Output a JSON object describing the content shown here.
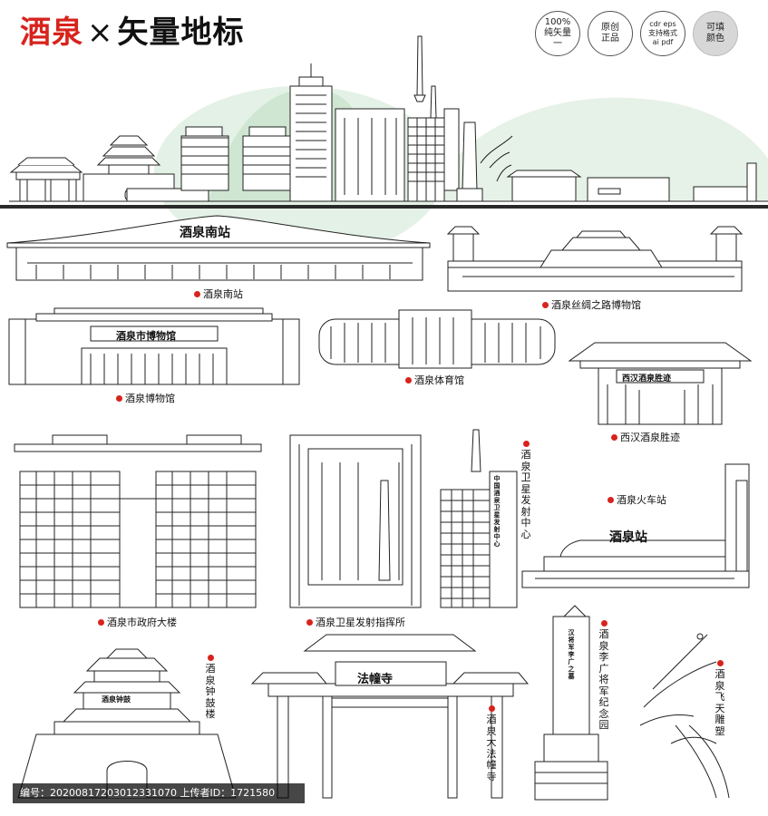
{
  "header": {
    "title_red": "酒泉",
    "title_cross": "×",
    "title_black": "矢量地标"
  },
  "badges": [
    {
      "line1": "100%",
      "line2": "纯矢量",
      "line3": "一"
    },
    {
      "line1": "原创",
      "line2": "正品"
    },
    {
      "line1": "cdr eps",
      "line2": "支持格式",
      "line3": "ai pdf"
    },
    {
      "line1": "可填",
      "line2": "颜色"
    }
  ],
  "signs": {
    "south_station": "酒泉南站",
    "museum": "酒泉市博物馆",
    "train_station": "酒泉站",
    "gate": "法幢寺",
    "drum_tower": "酒泉钟鼓",
    "han_site": "西汉酒泉胜迹",
    "launch_tower": [
      "中",
      "国",
      "酒",
      "泉",
      "卫",
      "星",
      "发",
      "射",
      "中",
      "心"
    ],
    "memorial": [
      "汉",
      "将",
      "军",
      "李",
      "广",
      "之",
      "墓"
    ]
  },
  "landmarks": [
    {
      "id": "south-station",
      "label": "酒泉南站"
    },
    {
      "id": "silk-road-museum",
      "label": "酒泉丝绸之路博物馆"
    },
    {
      "id": "jiuquan-museum",
      "label": "酒泉博物馆"
    },
    {
      "id": "gymnasium",
      "label": "酒泉体育馆"
    },
    {
      "id": "han-site",
      "label": "西汉酒泉胜迹"
    },
    {
      "id": "satellite-center",
      "label": "酒泉卫星发射中心"
    },
    {
      "id": "train-station",
      "label": "酒泉火车站"
    },
    {
      "id": "city-government",
      "label": "酒泉市政府大楼"
    },
    {
      "id": "command-center",
      "label": "酒泉卫星发射指挥所"
    },
    {
      "id": "bell-drum-tower",
      "label": "酒泉钟鼓楼"
    },
    {
      "id": "dafa-temple",
      "label": "酒泉大法幢寺"
    },
    {
      "id": "ligung-memorial",
      "label": "酒泉李广将军纪念园"
    },
    {
      "id": "flying-apsaras",
      "label": "酒泉飞天雕塑"
    }
  ],
  "footer": {
    "text": "编号：20200817203012331070 上传者ID：1721580"
  },
  "colors": {
    "accent_red": "#d8231d",
    "hill_green": "#cfe6d2",
    "line": "#222222"
  }
}
